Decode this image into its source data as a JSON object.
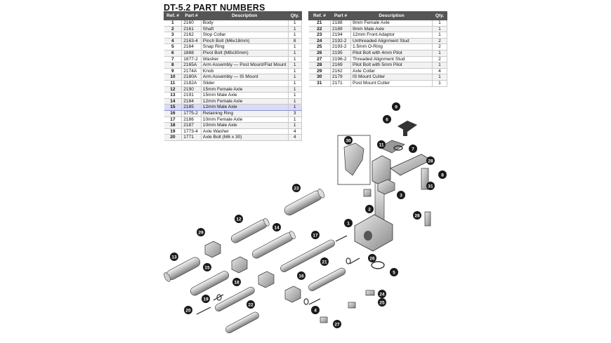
{
  "title": "DT-5.2 PART NUMBERS",
  "headers": {
    "ref": "Ref. #",
    "part": "Part #",
    "desc": "Description",
    "qty": "Qty."
  },
  "left_rows": [
    {
      "ref": "1",
      "part": "2160",
      "desc": "Body",
      "qty": "1"
    },
    {
      "ref": "2",
      "part": "2161",
      "desc": "Shaft",
      "qty": "1"
    },
    {
      "ref": "3",
      "part": "2162",
      "desc": "Stop Collar",
      "qty": "1"
    },
    {
      "ref": "4",
      "part": "2163-4",
      "desc": "Pinch Bolt (M6x18mm)",
      "qty": "8"
    },
    {
      "ref": "5",
      "part": "2164",
      "desc": "Snap Ring",
      "qty": "1"
    },
    {
      "ref": "6",
      "part": "1888",
      "desc": "Pivot Bolt (M8x30mm)",
      "qty": "1"
    },
    {
      "ref": "7",
      "part": "1877-2",
      "desc": "Washer",
      "qty": "1"
    },
    {
      "ref": "8",
      "part": "2165A",
      "desc": "Arm Assembly — Post Mount/Flat Mount",
      "qty": "1"
    },
    {
      "ref": "9",
      "part": "2174A",
      "desc": "Knob",
      "qty": "1"
    },
    {
      "ref": "10",
      "part": "2180A",
      "desc": "Arm Assembly — IS Mount",
      "qty": "1"
    },
    {
      "ref": "11",
      "part": "2182A",
      "desc": "Slider",
      "qty": "1"
    },
    {
      "ref": "12",
      "part": "2190",
      "desc": "15mm Female Axle",
      "qty": "1"
    },
    {
      "ref": "13",
      "part": "2191",
      "desc": "15mm Male Axle",
      "qty": "1"
    },
    {
      "ref": "14",
      "part": "2184",
      "desc": "12mm Female Axle",
      "qty": "1"
    },
    {
      "ref": "15",
      "part": "2185",
      "desc": "12mm Male Axle",
      "qty": "1"
    },
    {
      "ref": "16",
      "part": "1775-2",
      "desc": "Retaining Ring",
      "qty": "3"
    },
    {
      "ref": "17",
      "part": "2186",
      "desc": "10mm Female Axle",
      "qty": "1"
    },
    {
      "ref": "18",
      "part": "2187",
      "desc": "10mm Male Axle",
      "qty": "1"
    },
    {
      "ref": "19",
      "part": "1773-4",
      "desc": "Axle Washer",
      "qty": "4"
    },
    {
      "ref": "20",
      "part": "1771",
      "desc": "Axle Bolt (M6 x 30)",
      "qty": "4"
    }
  ],
  "right_rows": [
    {
      "ref": "21",
      "part": "2188",
      "desc": "9mm Female Axle",
      "qty": "1"
    },
    {
      "ref": "22",
      "part": "2189",
      "desc": "9mm Male Axle",
      "qty": "1"
    },
    {
      "ref": "23",
      "part": "2194",
      "desc": "12mm Front Adaptor",
      "qty": "1"
    },
    {
      "ref": "24",
      "part": "2192-2",
      "desc": "Unthreaded Alignment Stud",
      "qty": "2"
    },
    {
      "ref": "25",
      "part": "2193-2",
      "desc": "1.5mm O-Ring",
      "qty": "2"
    },
    {
      "ref": "26",
      "part": "2195",
      "desc": "Pilot Bolt with 4mm Pilot",
      "qty": "1"
    },
    {
      "ref": "27",
      "part": "2196-2",
      "desc": "Threaded Alignment Stud",
      "qty": "2"
    },
    {
      "ref": "28",
      "part": "2169",
      "desc": "Pilot Bolt with 5mm Pilot",
      "qty": "1"
    },
    {
      "ref": "29",
      "part": "2162",
      "desc": "Axle Collar",
      "qty": "4"
    },
    {
      "ref": "30",
      "part": "2179",
      "desc": "IS Mount Cutter",
      "qty": "1"
    },
    {
      "ref": "31",
      "part": "2171",
      "desc": "Post Mount Cutter",
      "qty": "1"
    }
  ],
  "highlighted_ref": "15",
  "callouts": [
    "1",
    "2",
    "3",
    "4",
    "5",
    "6",
    "7",
    "8",
    "9",
    "11",
    "12",
    "13",
    "14",
    "15",
    "16",
    "17",
    "18",
    "19",
    "20",
    "21",
    "22",
    "23",
    "24",
    "25",
    "26",
    "27",
    "28",
    "29",
    "30",
    "31"
  ]
}
